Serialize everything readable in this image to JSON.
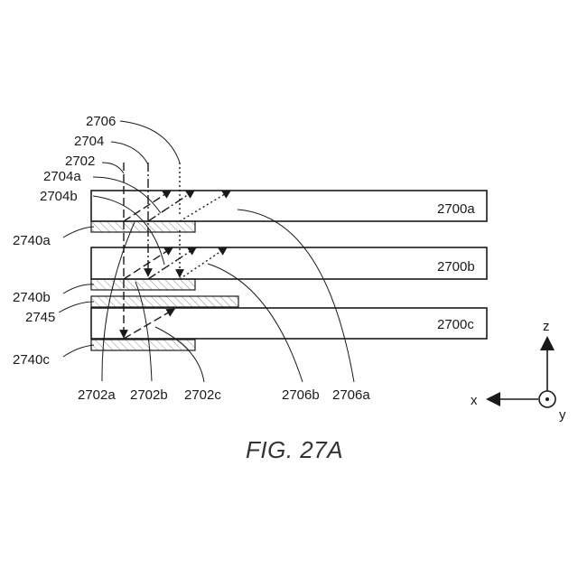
{
  "figure": {
    "caption": "FIG. 27A",
    "waveguides": [
      {
        "id": "a",
        "label": "2700a"
      },
      {
        "id": "b",
        "label": "2700b"
      },
      {
        "id": "c",
        "label": "2700c"
      }
    ],
    "beams": {
      "beam_2702": "2702",
      "beam_2704": "2704",
      "beam_2706": "2706",
      "beam_2704a": "2704a",
      "beam_2704b": "2704b",
      "beam_2702a": "2702a",
      "beam_2702b": "2702b",
      "beam_2702c": "2702c",
      "beam_2706a": "2706a",
      "beam_2706b": "2706b"
    },
    "gratings": {
      "grating_2740a": "2740a",
      "grating_2740b": "2740b",
      "grating_2740c": "2740c",
      "filter_2745": "2745"
    },
    "axes": {
      "z": "z",
      "x": "x",
      "y": "y"
    }
  }
}
